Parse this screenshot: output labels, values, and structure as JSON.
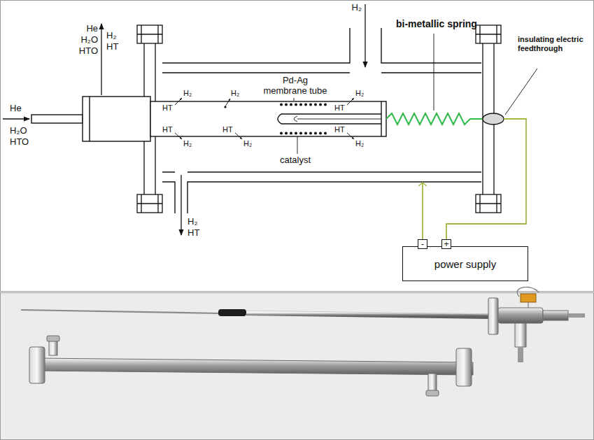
{
  "diagram": {
    "nodes": [
      {
        "text": [
          "power supply"
        ]
      },
      {
        "text": [
          "-"
        ]
      },
      {
        "text": [
          "+"
        ]
      }
    ],
    "labels": [
      "He",
      "H₂O",
      "HTO",
      "H₂",
      "HT",
      "H₂",
      "Pd-Ag membrane tube",
      "bi-metallic spring",
      "insulating electric feedthrough",
      "He",
      "H₂O",
      "HTO",
      "HT",
      "H₂",
      "H₂",
      "HT",
      "H₂",
      "HT",
      "H₂",
      "HT",
      "H₂",
      "HT",
      "H₂",
      "catalyst",
      "H₂",
      "HT"
    ]
  }
}
